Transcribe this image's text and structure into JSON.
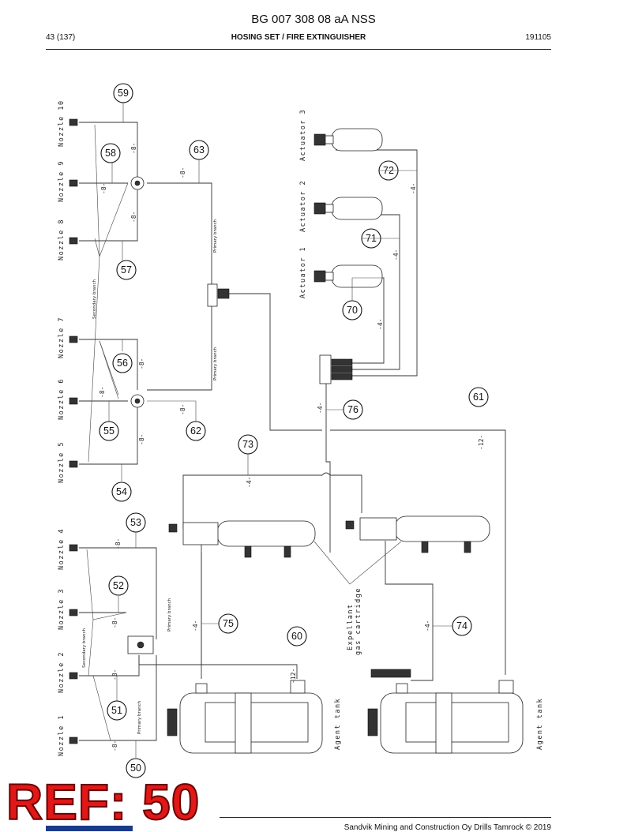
{
  "header": {
    "title": "BG 007 308 08 aA NSS",
    "page": "43 (137)",
    "section": "HOSING SET / FIRE EXTINGUISHER",
    "date": "191105"
  },
  "footer": {
    "text": "Sandvik Mining and Construction Oy Drills Tamrock © 2019",
    "ref_stamp": "REF: 50"
  },
  "labels": {
    "nozzles": [
      "Nozzle 1",
      "Nozzle 2",
      "Nozzle 3",
      "Nozzle 4",
      "Nozzle 5",
      "Nozzle 6",
      "Nozzle 7",
      "Nozzle 8",
      "Nozzle 9",
      "Nozzle 10"
    ],
    "actuators": [
      "Actuator 1",
      "Actuator 2",
      "Actuator 3"
    ],
    "agent_tank": "Agent tank",
    "expellant": [
      "Expellant",
      "gas cartridge"
    ],
    "primary_branch": "Primary branch",
    "secondary_branch": "Secondary branch",
    "dim8": "-8-",
    "dim4": "-4-",
    "dim12": "-12-"
  },
  "refs": [
    "50",
    "51",
    "52",
    "53",
    "54",
    "55",
    "56",
    "57",
    "58",
    "59",
    "60",
    "61",
    "62",
    "63",
    "70",
    "71",
    "72",
    "73",
    "74",
    "75",
    "76"
  ]
}
